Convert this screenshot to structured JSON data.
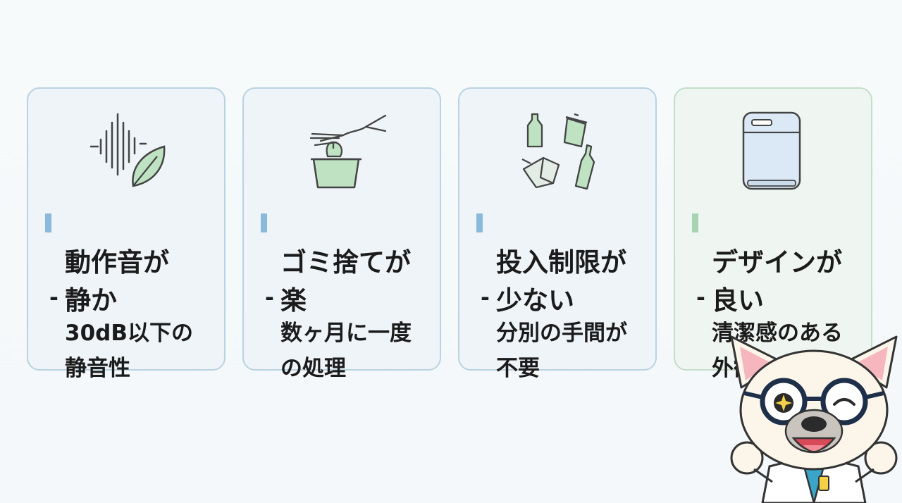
{
  "cards": [
    {
      "title": "動作音が\n静か",
      "bullet_dash": "-",
      "bullet": "30dB以下の\n静音性",
      "icon": "soundwave-leaf-icon"
    },
    {
      "title": "ゴミ捨てが\n楽",
      "bullet_dash": "-",
      "bullet": "数ヶ月に一度\nの処理",
      "icon": "hand-trash-bin-icon"
    },
    {
      "title": "投入制限が\n少ない",
      "bullet_dash": "-",
      "bullet": "分別の手間が\n不要",
      "icon": "mixed-waste-icon"
    },
    {
      "title": "デザインが\n良い",
      "bullet_dash": "-",
      "bullet": "清潔感のある\n外観",
      "icon": "appliance-icon"
    }
  ],
  "colors": {
    "card_border_blue": "#b9d3e2",
    "card_border_green": "#c3dfc8",
    "accent_blue": "#8ab9dc",
    "accent_green": "#a7d3b2",
    "icon_green": "#bfe2c2",
    "icon_stroke": "#444444"
  },
  "mascot": {
    "icon": "french-bulldog-scientist-mascot"
  }
}
